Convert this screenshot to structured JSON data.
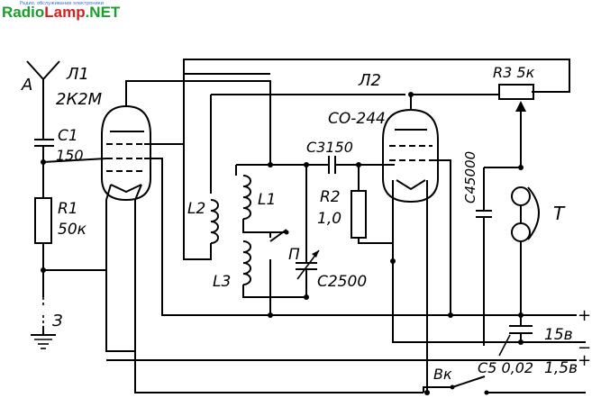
{
  "logo": {
    "brand_radio": "Radio",
    "brand_lamp": "Lamp",
    "brand_net": ".NET",
    "tagline": "Радио, обслуживание электроники"
  },
  "colors": {
    "brand_green": "#1a9d2a",
    "brand_red": "#d62020",
    "line": "#000000"
  },
  "labels": {
    "antenna": "А",
    "tube1_name": "Л1",
    "tube1_type": "2К2М",
    "c1": "С1",
    "c1_value": "150",
    "r1": "R1",
    "r1_value": "50к",
    "ground": "З",
    "l2": "L2",
    "l1": "L1",
    "l3": "L3",
    "switch_p": "П",
    "c2": "С2500",
    "c3": "С3150",
    "r2": "R2",
    "r2_value": "1,0",
    "tube2_name": "Л2",
    "tube2_type": "СО-244",
    "c4": "С45000",
    "r3": "R3 5к",
    "phones": "Т",
    "plus_15v": "+",
    "v15": "15в",
    "minus_15v": "−",
    "plus_1_5v": "+",
    "c5": "С5 0,02",
    "v1_5": "1,5в",
    "switch_vk": "Вк"
  }
}
